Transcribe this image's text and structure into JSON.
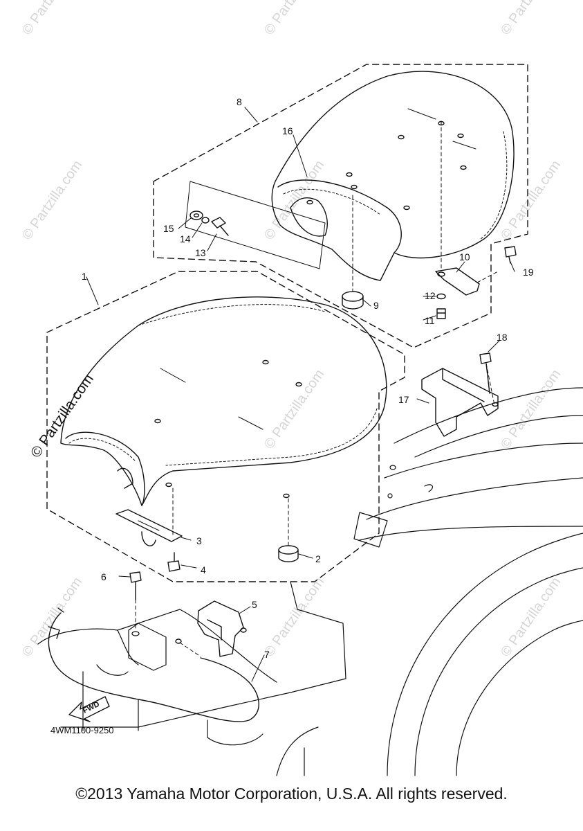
{
  "diagram": {
    "part_code": "4WM1100-9250",
    "fwd_label": "FWD",
    "callouts": [
      "1",
      "2",
      "3",
      "4",
      "5",
      "6",
      "7",
      "8",
      "9",
      "10",
      "11",
      "12",
      "13",
      "14",
      "15",
      "16",
      "17",
      "18",
      "19"
    ]
  },
  "watermark": {
    "text": "© Partzilla.com",
    "prominent_text": "© Partzilla.com"
  },
  "footer": {
    "copyright": "©2013 Yamaha Motor Corporation, U.S.A. All rights reserved."
  }
}
